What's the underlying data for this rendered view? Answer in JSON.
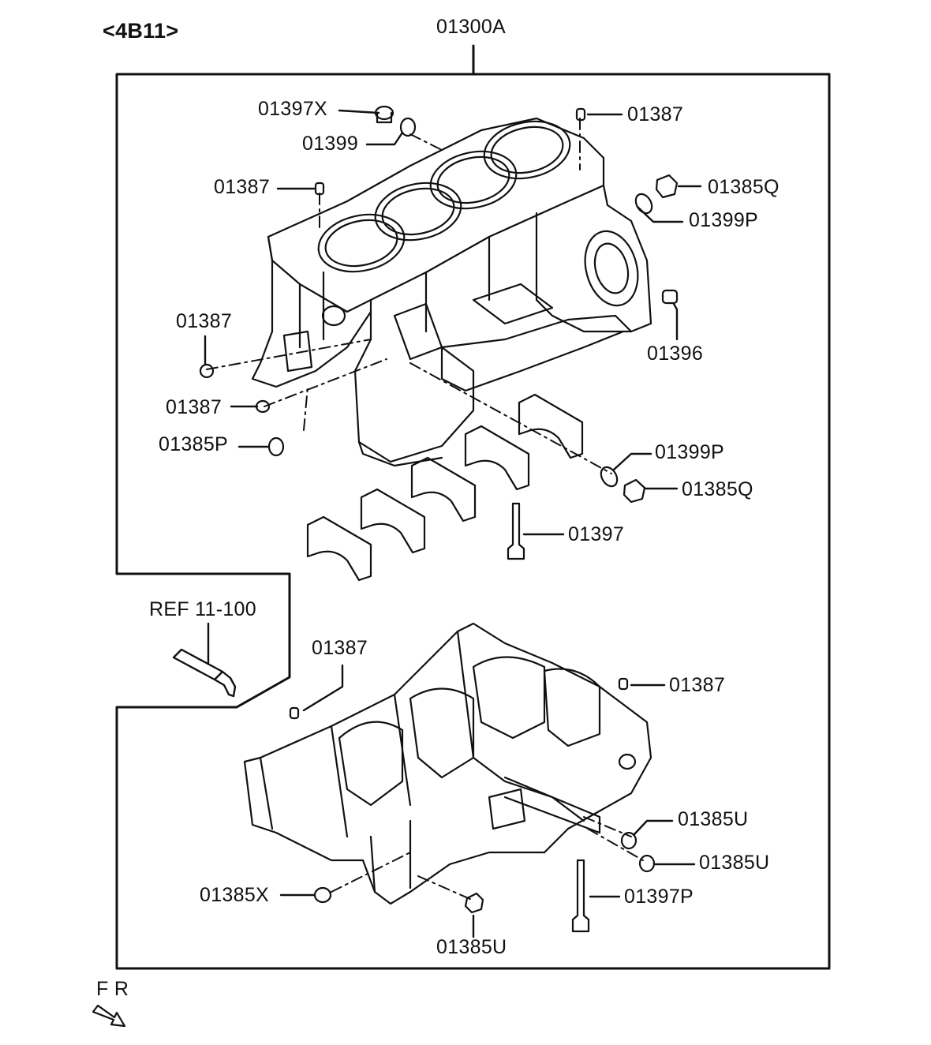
{
  "header": {
    "engine_code": "<4B11>",
    "assembly_code": "01300A"
  },
  "parts": {
    "p01397x": "01397X",
    "p01399": "01399",
    "p01387_top_right": "01387",
    "p01387_top_left": "01387",
    "p01385q_top": "01385Q",
    "p01399p_top": "01399P",
    "p01387_left_mid": "01387",
    "p01396": "01396",
    "p01387_left_low": "01387",
    "p01385p": "01385P",
    "p01399p_mid": "01399P",
    "p01385q_mid": "01385Q",
    "p01397": "01397",
    "ref": "REF 11-100",
    "p01387_lower_left": "01387",
    "p01387_lower_right": "01387",
    "p01385u_a": "01385U",
    "p01385u_b": "01385U",
    "p01385x": "01385X",
    "p01397p": "01397P",
    "p01385u_bottom": "01385U"
  },
  "orientation": {
    "label": "F R",
    "icon": "front-arrow-icon"
  }
}
